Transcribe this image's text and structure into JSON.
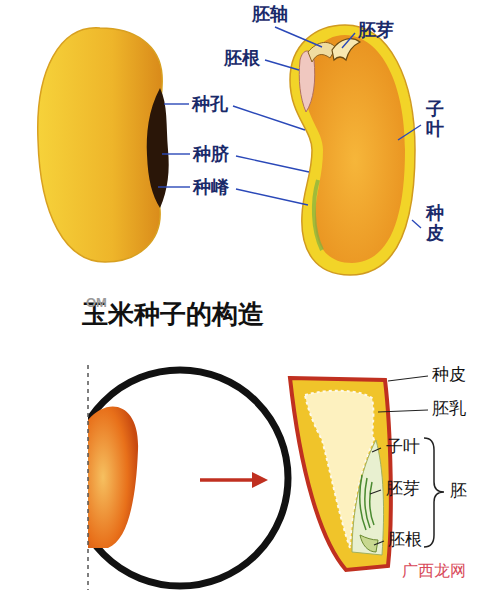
{
  "diagram": {
    "title": "玉米种子的构造",
    "labels": [
      "胚轴",
      "胚芽",
      "胚根",
      "种孔",
      "种脐",
      "种嵴",
      "子叶",
      "种皮",
      "OM",
      "种皮",
      "胚乳",
      "子叶",
      "胚芽",
      "胚",
      "胚根",
      "广西龙网"
    ]
  }
}
